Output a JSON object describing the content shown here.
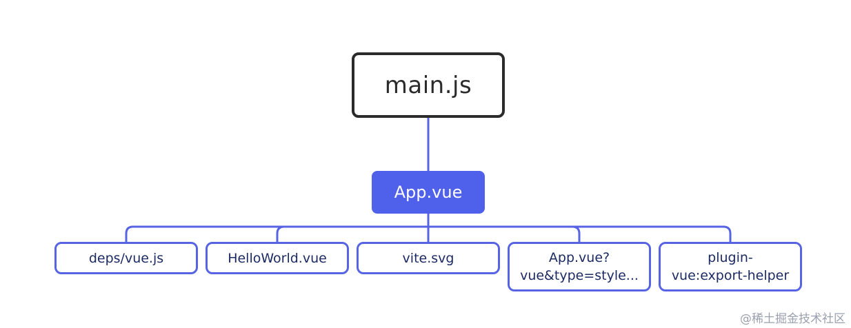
{
  "colors": {
    "root_border": "#2b2b2b",
    "hub_fill": "#4f60eb",
    "connector": "#5664e3",
    "leaf_text": "#1b2a63",
    "watermark": "#9aa0ad"
  },
  "root": {
    "label": "main.js"
  },
  "hub": {
    "label": "App.vue"
  },
  "leaves": [
    {
      "label": "deps/vue.js"
    },
    {
      "label": "HelloWorld.vue"
    },
    {
      "label": "vite.svg"
    },
    {
      "label": "App.vue?\nvue&type=style..."
    },
    {
      "label": "plugin-\nvue:export-helper"
    }
  ],
  "watermark": "@稀土掘金技术社区"
}
